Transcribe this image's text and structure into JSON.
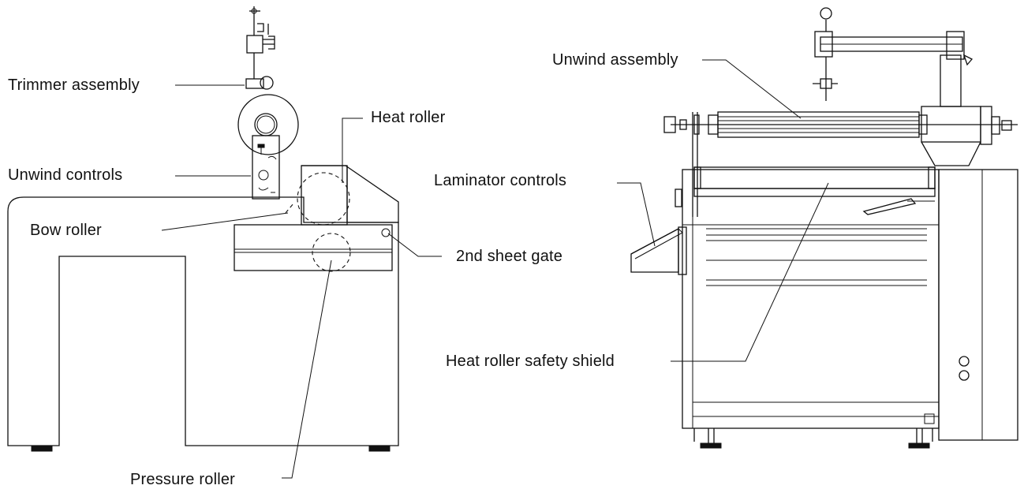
{
  "left_view": {
    "labels": {
      "trimmer_assembly": "Trimmer assembly",
      "heat_roller": "Heat roller",
      "unwind_controls": "Unwind controls",
      "bow_roller": "Bow roller",
      "second_sheet_gate": "2nd sheet gate",
      "pressure_roller": "Pressure roller"
    }
  },
  "right_view": {
    "labels": {
      "unwind_assembly": "Unwind assembly",
      "laminator_controls": "Laminator controls",
      "heat_roller_safety_shield": "Heat roller safety shield"
    }
  }
}
